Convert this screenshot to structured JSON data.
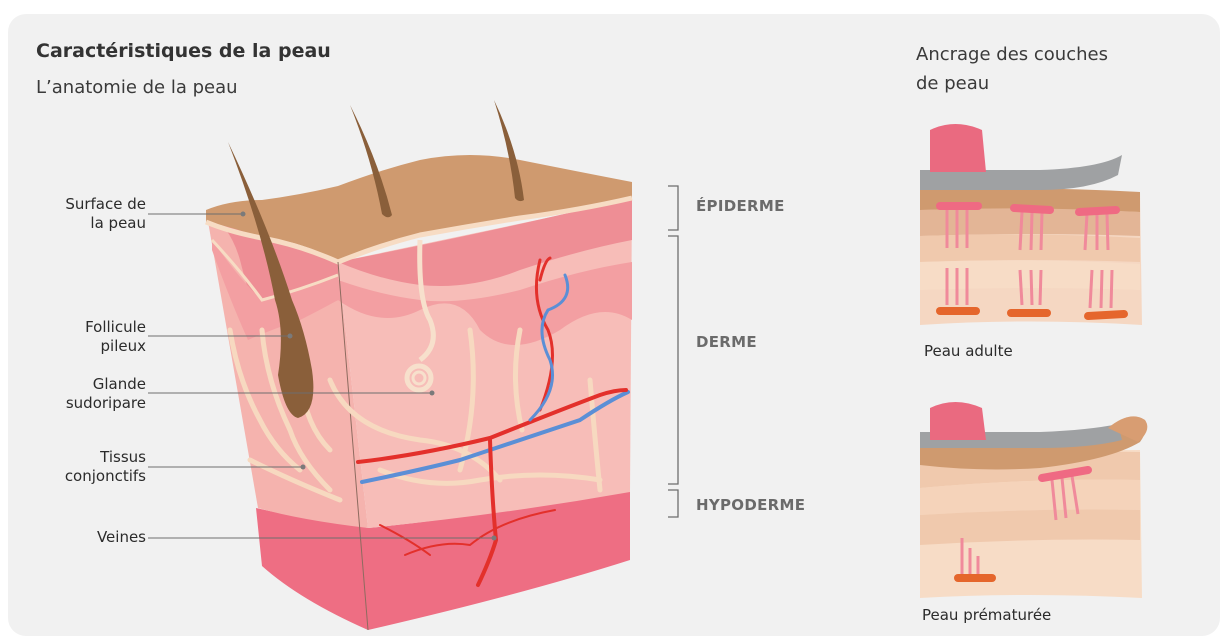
{
  "title": "Caractéristiques de la peau",
  "subtitle": "L’anatomie de la peau",
  "labels": {
    "surface_line1": "Surface de",
    "surface_line2": "la peau",
    "follicle_line1": "Follicule",
    "follicle_line2": "pileux",
    "gland_line1": "Glande",
    "gland_line2": "sudoripare",
    "tissue_line1": "Tissus",
    "tissue_line2": "conjonctifs",
    "veins": "Veines"
  },
  "layers": {
    "epiderme": "ÉPIDERME",
    "derme": "DERME",
    "hypoderme": "HYPODERME"
  },
  "anchoring": {
    "title_line1": "Ancrage des couches",
    "title_line2": "de peau",
    "adult_caption": "Peau adulte",
    "premature_caption": "Peau prématurée"
  },
  "colors": {
    "background": "#f1f1f1",
    "epidermis": "#cf9a6f",
    "dermis": "#f3a6a4",
    "hypodermis": "#ee6e83",
    "vein_red": "#e3302b",
    "vein_blue": "#5b8fd6",
    "hair": "#8a5f3a",
    "tissue": "#f7d9c0",
    "tape": "#9fa1a3"
  }
}
